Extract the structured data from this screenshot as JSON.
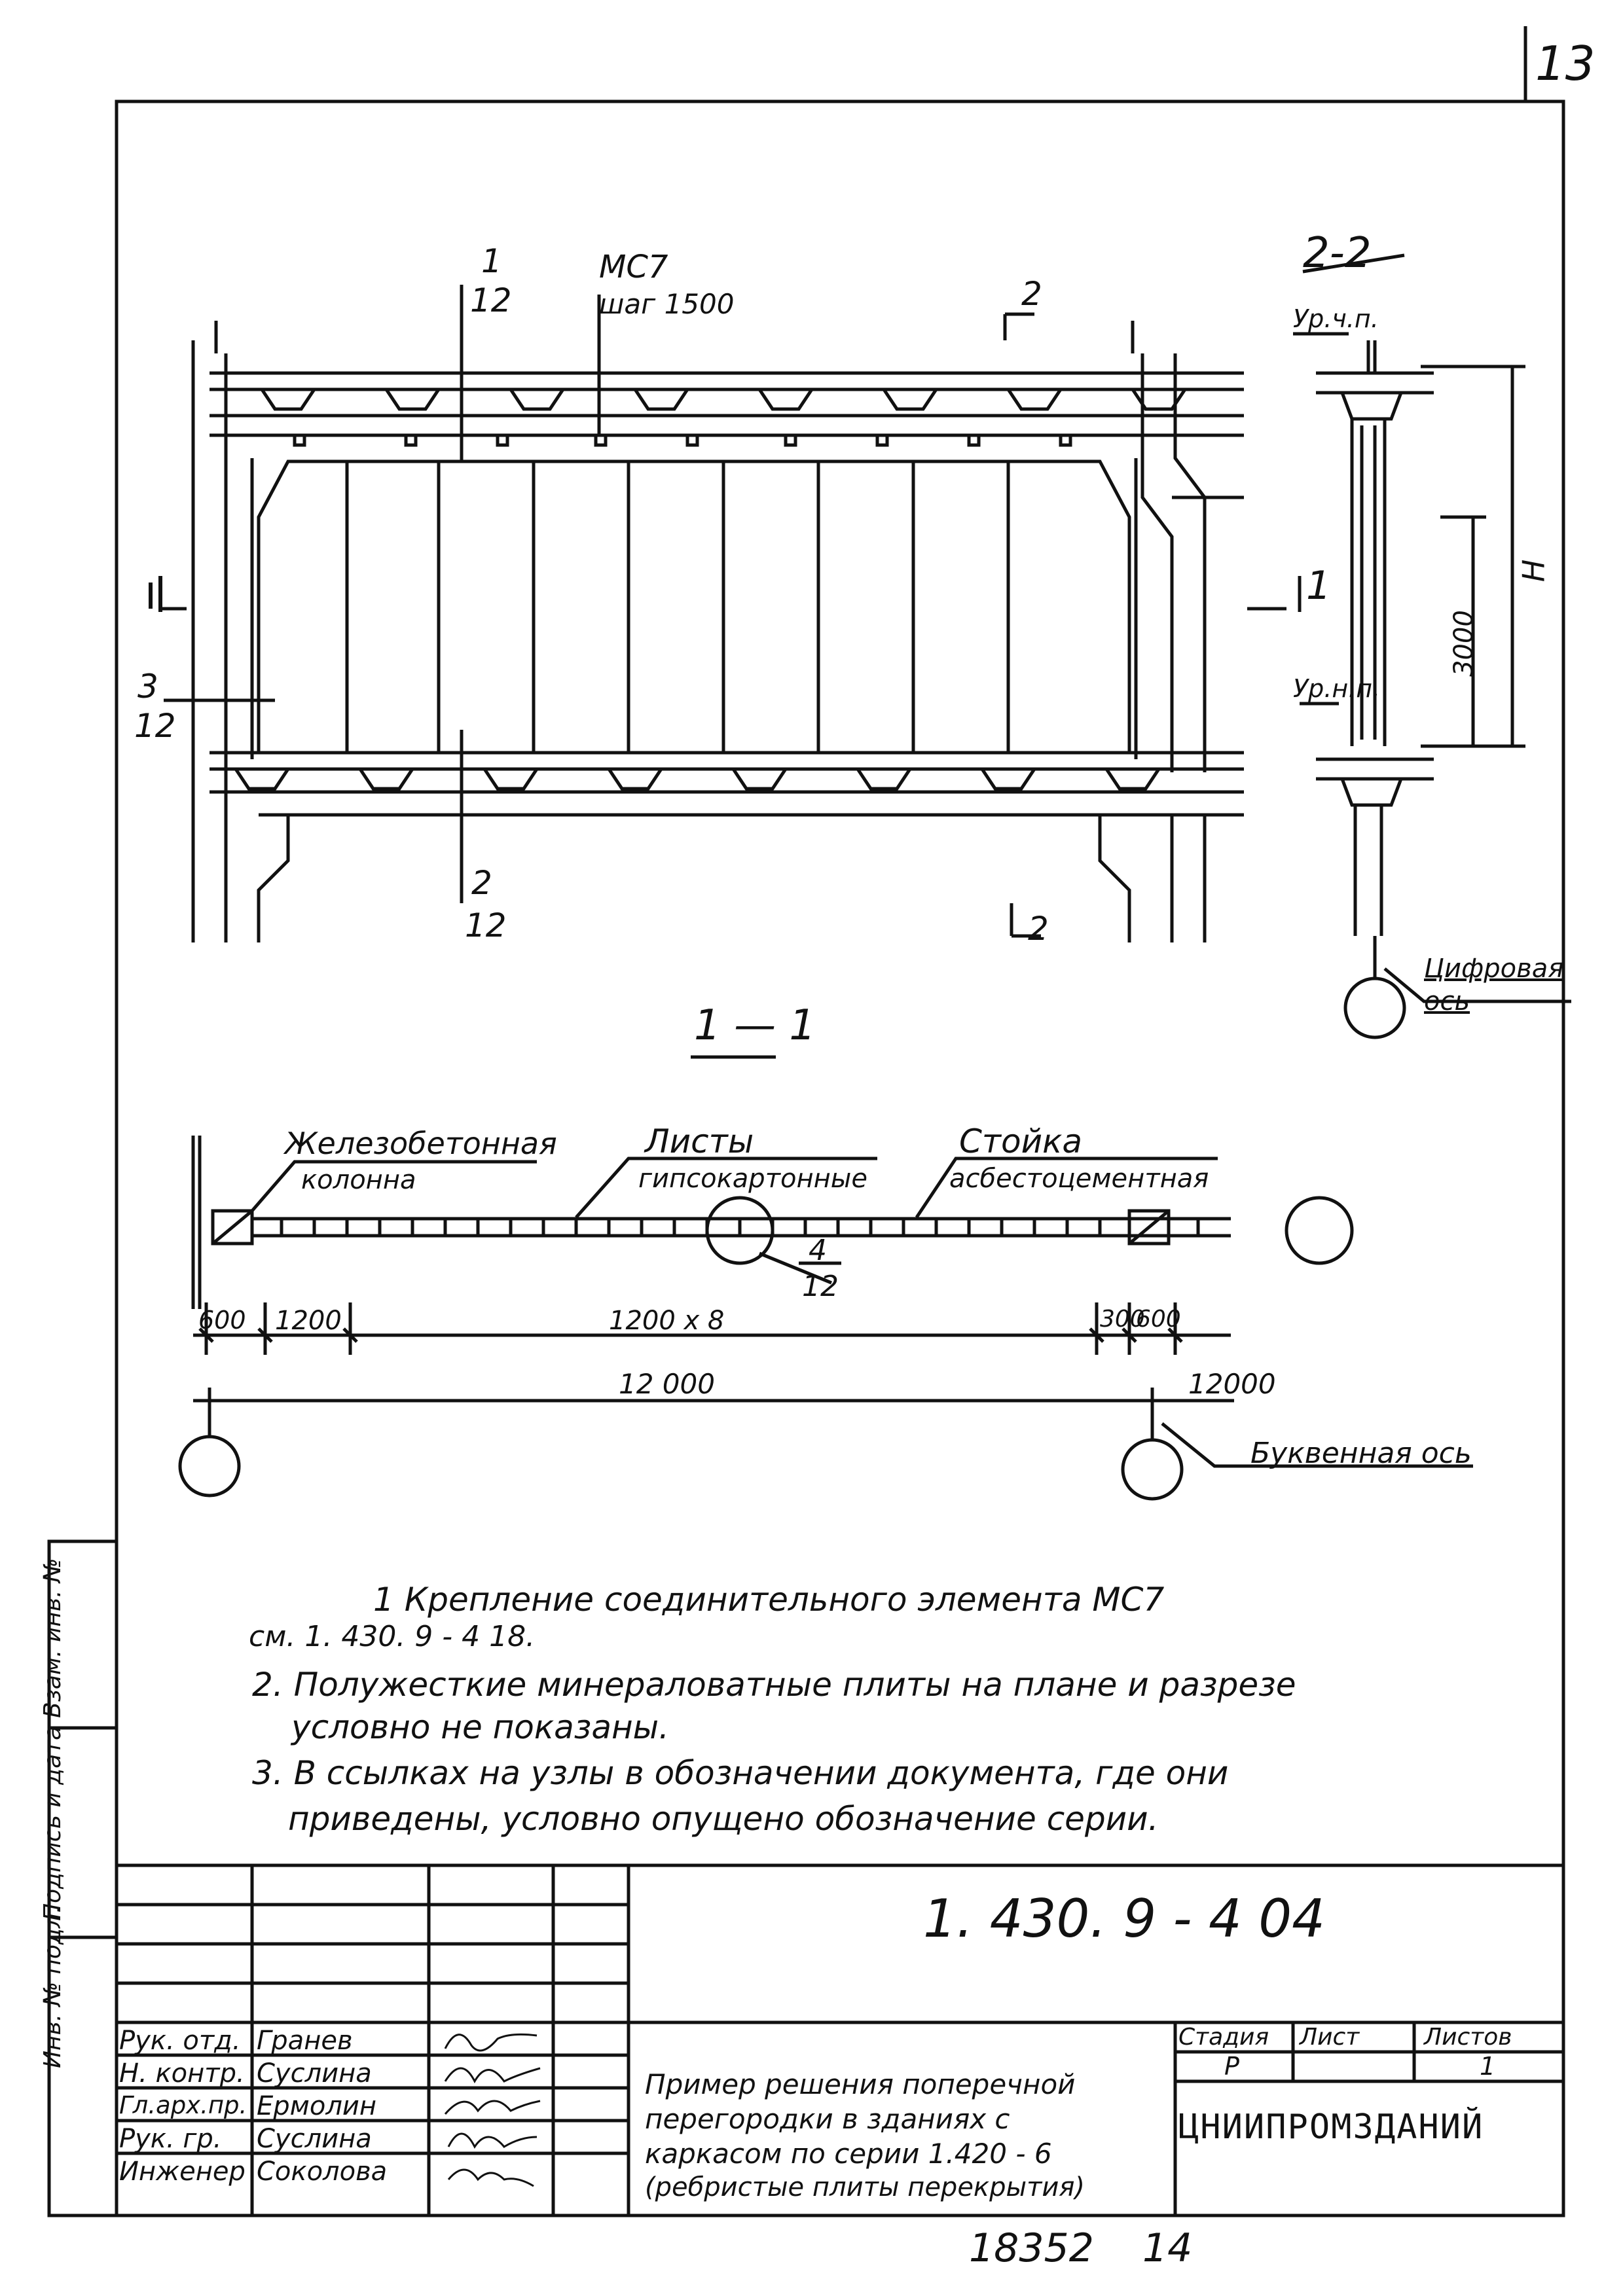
{
  "sheet": {
    "number": "13",
    "designation": "1. 430. 9 -  4 04",
    "bottom_code": "18352",
    "bottom_sheet": "14"
  },
  "section_2_2": {
    "title": "2-2",
    "level_top": "Ур.ч.п.",
    "level_bottom": "Ур.н.п.",
    "dim_h": "H",
    "dim_3000": "3000",
    "axis_note": "Цифровая ось"
  },
  "elevation": {
    "mc7": "MC7",
    "mc7_step": "шаг 1500",
    "callout1_num": "1",
    "callout1_den": "12",
    "callout2_num": "2",
    "callout2_den": "12",
    "callout3_num": "3",
    "callout3_den": "12",
    "cut1_label": "1",
    "cut2_label": "2"
  },
  "section_1_1": {
    "title": "1 — 1",
    "label_column_1": "Железобетонная",
    "label_column_2": "колонна",
    "label_sheets_1": "Листы",
    "label_sheets_2": "гипсокартонные",
    "label_post_1": "Стойка",
    "label_post_2": "асбестоцементная",
    "callout4_num": "4",
    "callout4_den": "12",
    "dims": [
      "600",
      "1200",
      "1200 x 8",
      "300",
      "600"
    ],
    "dim_total": "12 000",
    "dim_next": "12000",
    "axis_note": "Буквенная ось"
  },
  "notes": [
    "1 Крепление   соединительного   элемента   МС7",
    "см. 1. 430. 9 -  4 18.",
    "2. Полужесткие  минераловатные   плиты на  плане   и разрезе",
    "условно   не   показаны.",
    "3. В ссылках  на узлы в обозначении  документа, где   они",
    "приведены,  условно   опущено   обозначение   серии."
  ],
  "side_stamp": [
    "Инв. № подл.",
    "Подпись и дата",
    "Взам. инв. №"
  ],
  "title_block": {
    "roles": [
      "Рук. отд.",
      "Н. контр.",
      "Гл.арх.пр.",
      "Рук. гр.",
      "Инженер"
    ],
    "names": [
      "Гранев",
      "Суслина",
      "Ермолин",
      "Суслина",
      "Соколова"
    ],
    "description": [
      "Пример решения  поперечной",
      "перегородки  в зданиях   с",
      "каркасом  по  серии  1.420 - 6",
      "(ребристые плиты перекрытия)"
    ],
    "stage_header": "Стадия",
    "stage_value": "Р",
    "sheet_header": "Лист",
    "sheet_value": "",
    "sheets_header": "Листов",
    "sheets_value": "1",
    "organization": "ЦНИИПРОМЗДАНИЙ"
  }
}
